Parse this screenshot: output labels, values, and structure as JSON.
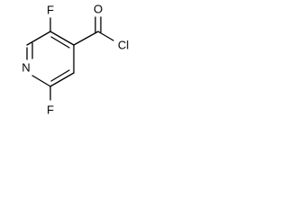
{
  "structure": {
    "colors": {
      "bond": "#000000",
      "label": "#000000",
      "background": "#ffffff"
    },
    "atom_labels": {
      "fluorine_top": "F",
      "fluorine_bottom": "F",
      "nitrogen": "N",
      "oxygen": "O",
      "chlorine": "Cl"
    }
  }
}
